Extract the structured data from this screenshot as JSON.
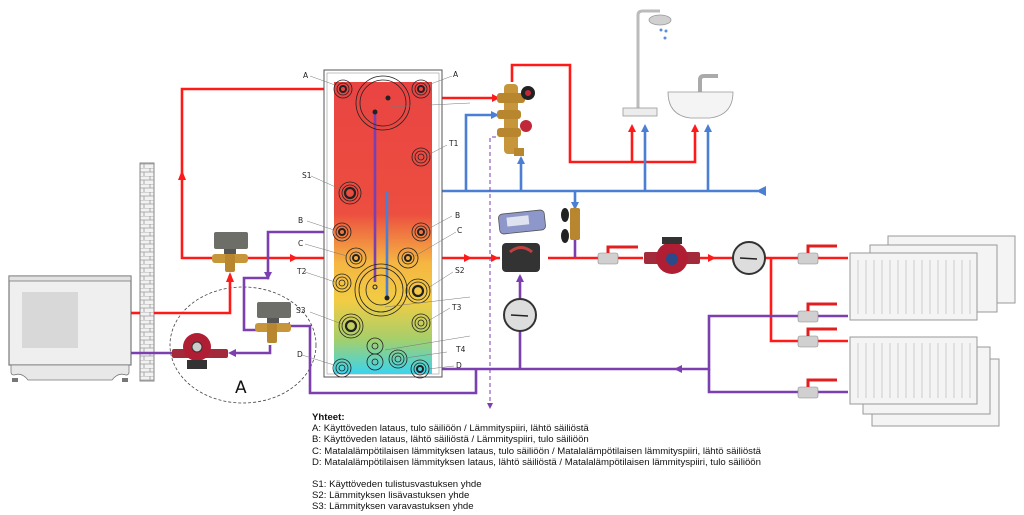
{
  "diagram": {
    "colors": {
      "hot_pipe": "#ff1a1a",
      "cold_pipe": "#4a7fd4",
      "return_pipe": "#7b3fb0",
      "tank_top": "#ea4a44",
      "tank_mid": "#f2c440",
      "tank_bottom": "#52d0e6"
    },
    "tank_port_labels": {
      "a_left": "A",
      "a_right": "A",
      "t1": "T1",
      "s1": "S1",
      "b_left": "B",
      "b_right": "B",
      "c_left": "C",
      "c_right": "C",
      "t2": "T2",
      "s2": "S2",
      "s3": "S3",
      "t3": "T3",
      "t4": "T4",
      "d_left": "D",
      "d_right": "D"
    },
    "area_label": "A",
    "components": [
      "heat-pump-outdoor-unit",
      "brick-wall",
      "3-way-valve",
      "circulation-pump",
      "buffer-tank",
      "thermostatic-mixing-valve",
      "shower",
      "washbasin",
      "controller",
      "actuator",
      "safety-valve",
      "ball-valve",
      "thermometer",
      "radiator"
    ]
  },
  "legend": {
    "title": "Yhteet:",
    "connections": [
      "A: Käyttöveden lataus, tulo säiliöön / Lämmityspiiri, lähtö säiliöstä",
      "B: Käyttöveden lataus, lähtö säiliöstä / Lämmityspiiri, tulo säiliöön",
      "C: Matalalämpötilaisen lämmityksen lataus, tulo säiliöön / Matalalämpötilaisen lämmityspiiri, lähtö säiliöstä",
      "D: Matalalämpötilaisen lämmityksen lataus, lähtö säiliöstä / Matalalämpötilaisen lämmityspiiri, tulo säiliöön"
    ],
    "resistors": [
      "S1: Käyttöveden tulistusvastuksen yhde",
      "S2: Lämmityksen lisävastuksen yhde",
      "S3: Lämmityksen varavastuksen yhde"
    ]
  }
}
